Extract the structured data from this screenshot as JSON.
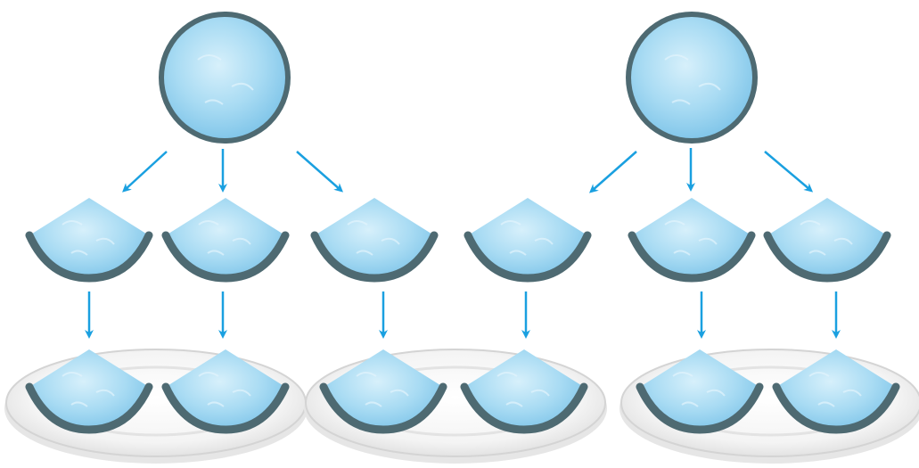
{
  "diagram": {
    "pizzas": [
      {
        "id": "pizza-1",
        "slices": 3
      },
      {
        "id": "pizza-2",
        "slices": 3
      }
    ],
    "plates": [
      {
        "id": "plate-1",
        "slices_on_plate": 2
      },
      {
        "id": "plate-2",
        "slices_on_plate": 2
      },
      {
        "id": "plate-3",
        "slices_on_plate": 2
      }
    ],
    "colors": {
      "pizza_fill": "#9fd4ef",
      "pizza_highlight": "#d7f0fb",
      "crust": "#4e6a72",
      "arrow": "#1aa0e0",
      "plate": "#f3f3f3",
      "plate_rim": "#d9d9d9"
    }
  }
}
